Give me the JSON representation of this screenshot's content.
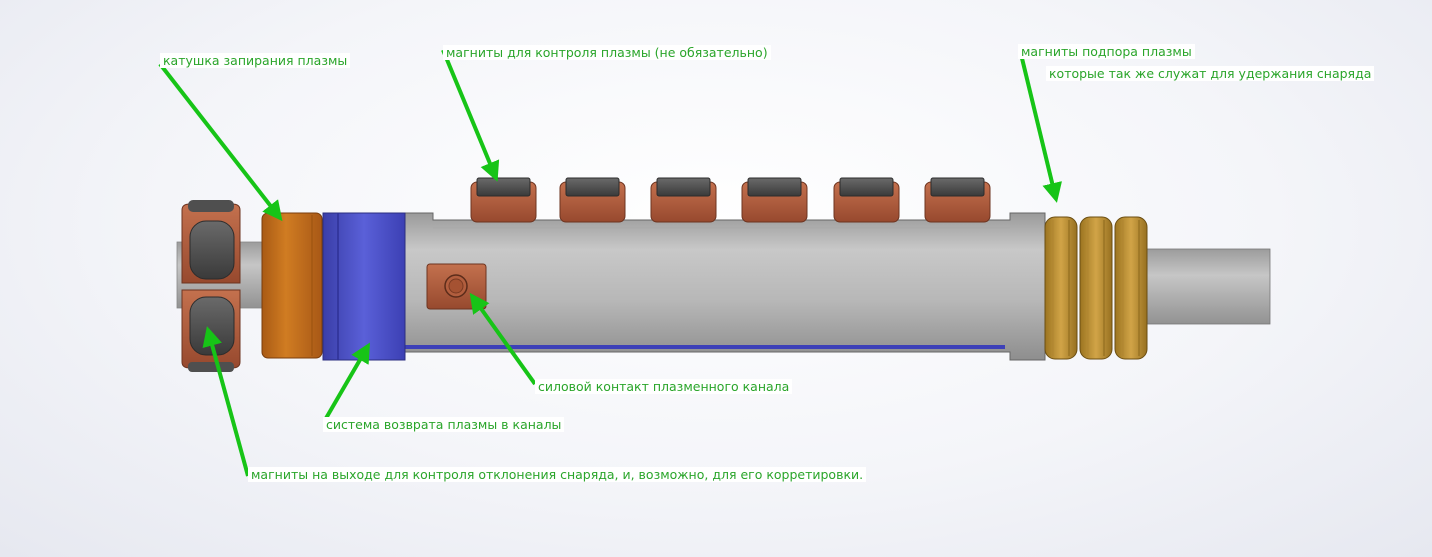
{
  "labels": {
    "confinement_coil": "катушка запирания плазмы",
    "control_magnets": "магниты для контроля плазмы (не обязательно)",
    "support_magnets_line1": "магниты подпора плазмы",
    "support_magnets_line2": "которые так же служат для удержания снаряда",
    "power_contact": "силовой контакт плазменного канала",
    "return_system": "система возврата плазмы в каналы",
    "exit_magnets": "магниты на выходе для контроля отклонения снаряда, и, возможно, для его корретировки."
  },
  "colors": {
    "label_text": "#2aa52a",
    "arrow": "#17c417",
    "barrel": "#b8b8b8",
    "copper": "#b5603f",
    "coil_orange": "#c8731e",
    "blue_ring": "#4a4ed0",
    "gold_rings": "#c79a3a",
    "magnet_dark": "#555555"
  }
}
